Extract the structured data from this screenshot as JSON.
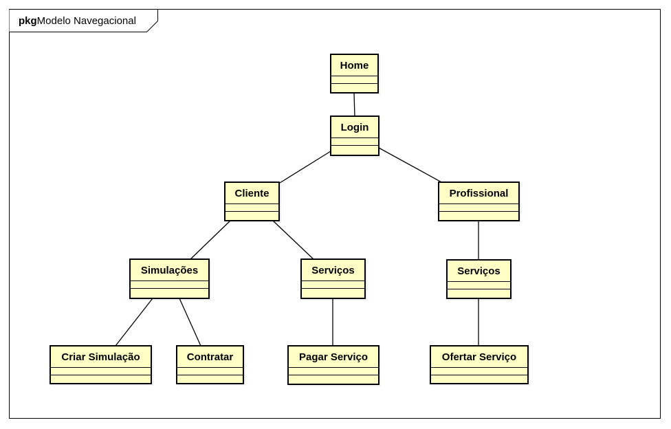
{
  "frame": {
    "keyword": "pkg",
    "name": "Modelo Navegacional"
  },
  "colors": {
    "class_fill": "#ffffc6",
    "stroke": "#000000",
    "background": "#ffffff"
  },
  "nodes": {
    "home": "Home",
    "login": "Login",
    "cliente": "Cliente",
    "profissional": "Profissional",
    "simulacoes": "Simulações",
    "servicos_cliente": "Serviços",
    "servicos_profissional": "Serviços",
    "criar_simulacao": "Criar Simulação",
    "contratar": "Contratar",
    "pagar_servico": "Pagar Serviço",
    "ofertar_servico": "Ofertar Serviço"
  },
  "links": [
    [
      "home",
      "login"
    ],
    [
      "login",
      "cliente"
    ],
    [
      "login",
      "profissional"
    ],
    [
      "cliente",
      "simulacoes"
    ],
    [
      "cliente",
      "servicos_cliente"
    ],
    [
      "profissional",
      "servicos_profissional"
    ],
    [
      "simulacoes",
      "criar_simulacao"
    ],
    [
      "simulacoes",
      "contratar"
    ],
    [
      "servicos_cliente",
      "pagar_servico"
    ],
    [
      "servicos_profissional",
      "ofertar_servico"
    ]
  ]
}
